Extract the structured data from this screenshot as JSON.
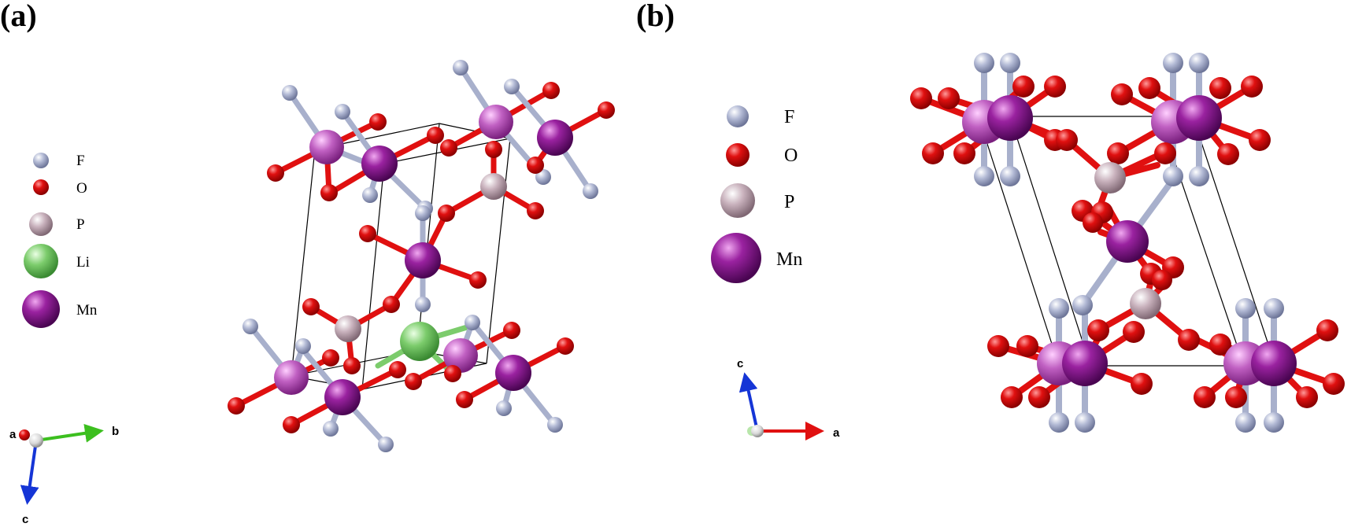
{
  "panels": [
    {
      "label": "(a)"
    },
    {
      "label": "(b)"
    }
  ],
  "legend_a": [
    {
      "element": "F"
    },
    {
      "element": "O"
    },
    {
      "element": "P"
    },
    {
      "element": "Li"
    },
    {
      "element": "Mn"
    }
  ],
  "legend_b": [
    {
      "element": "F"
    },
    {
      "element": "O"
    },
    {
      "element": "P"
    },
    {
      "element": "Mn"
    }
  ],
  "axes_a": {
    "a": "a",
    "b": "b",
    "c": "c"
  },
  "axes_b": {
    "a": "a",
    "c": "c"
  },
  "colors": {
    "F": "#a8b0cc",
    "O": "#e01010",
    "P": "#c2a8b4",
    "Li": "#7ccc6c",
    "Mn": "#8a1592",
    "Mn_light": "#b448b4",
    "cell": "#000000",
    "axis_a": "#e01010",
    "axis_b": "#3cbf1f",
    "axis_c": "#1535d6"
  }
}
